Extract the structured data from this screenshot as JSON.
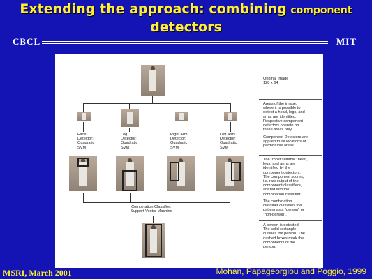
{
  "title": {
    "line1_big": "Extending the approach: combining",
    "line1_small": "component",
    "line2": "detectors"
  },
  "header": {
    "left": "CBCL",
    "right": "MIT"
  },
  "footer": {
    "left": "MSRI, March 2001",
    "right": "Mohan, Papageorgiou and Poggio, 1999"
  },
  "diagram": {
    "original_caption": "Original Image\n128 x 64",
    "detectors": [
      {
        "label": "Face\nDetector:\nQuadratic\nSVM"
      },
      {
        "label": "Leg\nDetector:\nQuadratic\nSVM"
      },
      {
        "label": "Right Arm\nDetector:\nQuadratic\nSVM"
      },
      {
        "label": "Left Arm\nDetector:\nQuadratic\nSVM"
      }
    ],
    "classifier_label": "Combination Classifier:\nSupport Vector Machine",
    "notes": [
      "Areas of the image,\nwhere it is possible to\ndetect a head, legs, and\narms are identified.\nRespective component\ndetectors operate on\nthese areas only.",
      "Component Detectors are\napplied to all locations of\npermissible areas",
      "The \"most suitable\" head,\nlegs, and arms are\nidentified by the\ncomponent detectors.\nThe component scores,\ni.e. raw output of the\ncomponent classifiers,\nare fed into the\ncombination classifier.",
      "The combination\nclassifier classifies the\npattern as a \"person\" or\n\"non-person\".",
      "A person is detected.\nThe solid rectangle\noutlines the person. The\ndashed boxes mark the\ncomponents of the\nperson."
    ]
  }
}
